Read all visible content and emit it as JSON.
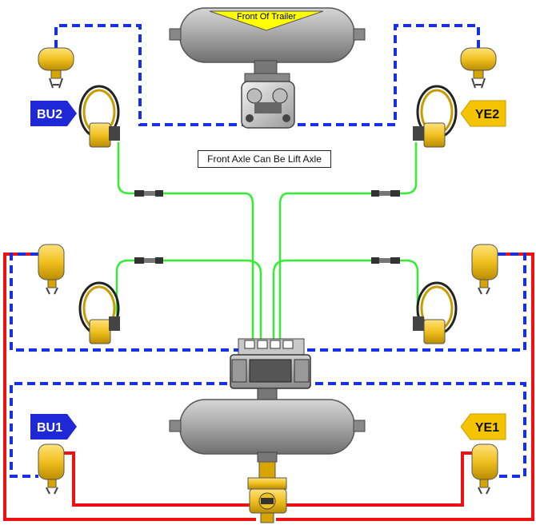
{
  "front_label": "Front Of Trailer",
  "note": "Front Axle Can Be Lift Axle",
  "tags": {
    "bu2": "BU2",
    "ye2": "YE2",
    "bu1": "BU1",
    "ye1": "YE1"
  },
  "colors": {
    "control_line": "#1530e8",
    "sensor_cable": "#33ee33",
    "supply_line": "#ee1111",
    "blue_tag": "#1f28d6",
    "yellow_tag": "#f5c400",
    "chamber": "#f0c020",
    "tank": "#9a9a9a"
  }
}
